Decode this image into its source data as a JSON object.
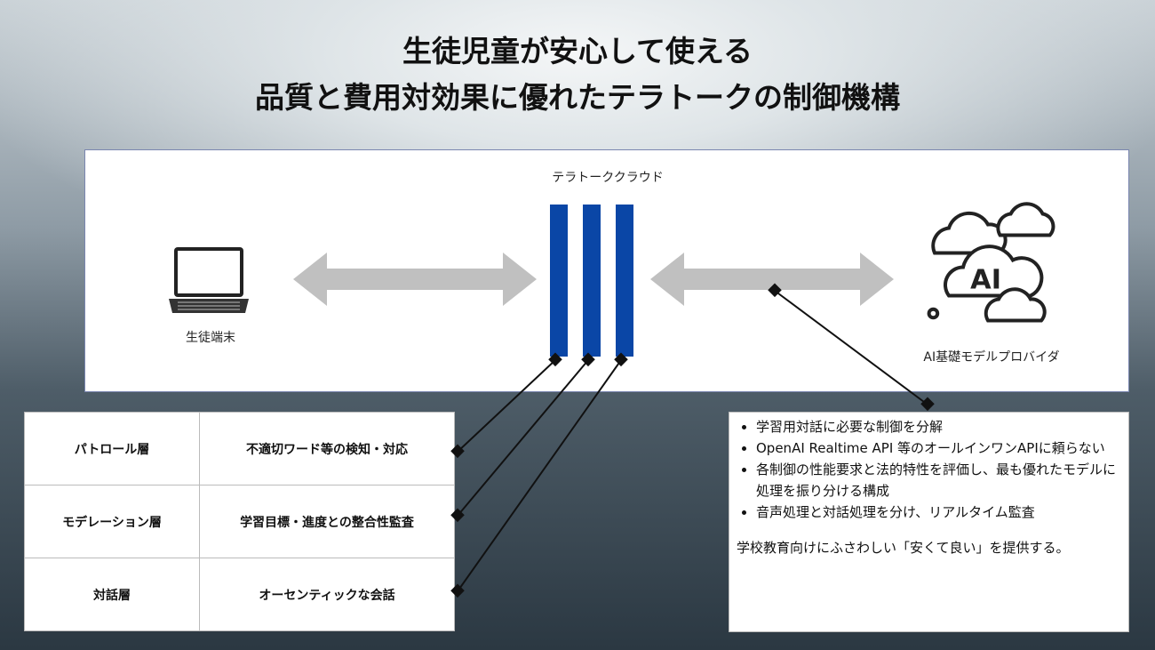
{
  "title": {
    "line1": "生徒児童が安心して使える",
    "line2": "品質と費用対効果に優れたテラトークの制御機構"
  },
  "diagram": {
    "cloud_label": "テラトーククラウド",
    "device_label": "生徒端末",
    "provider_label": "AI基礎モデルプロバイダ",
    "provider_icon_text": "AI",
    "bar_color": "#0a46a6"
  },
  "layers": [
    {
      "name": "パトロール層",
      "role": "不適切ワード等の検知・対応"
    },
    {
      "name": "モデレーション層",
      "role": "学習目標・進度との整合性監査"
    },
    {
      "name": "対話層",
      "role": "オーセンティックな会話"
    }
  ],
  "notes": {
    "bullets": [
      "学習用対話に必要な制御を分解",
      "OpenAI Realtime API 等のオールインワンAPIに頼らない",
      "各制御の性能要求と法的特性を評価し、最も優れたモデルに処理を振り分ける構成",
      "音声処理と対話処理を分け、リアルタイム監査"
    ],
    "summary": "学校教育向けにふさわしい「安くて良い」を提供する。"
  }
}
